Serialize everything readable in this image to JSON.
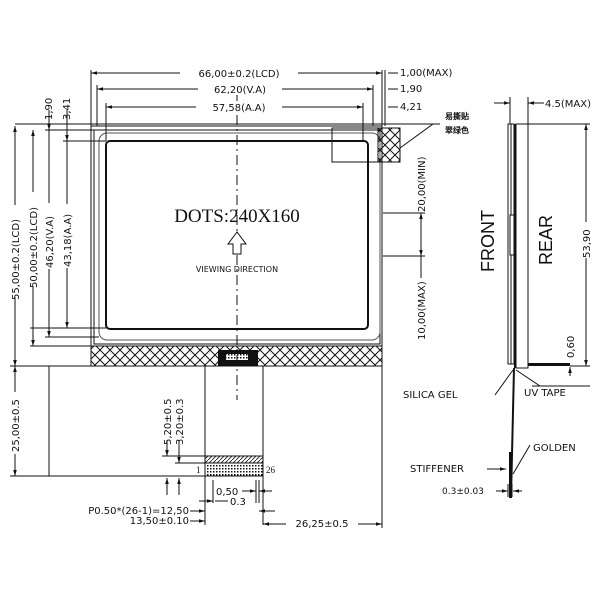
{
  "drawing": {
    "type": "LCD module mechanical drawing",
    "main_label": "DOTS:240X160",
    "viewing_direction": "VIEWING DIRECTION",
    "chinese_note": [
      "易撕贴",
      "翠绿色"
    ],
    "top_dims": {
      "lcd_width": "66,00±0.2(LCD)",
      "va_width": "62,20(V.A)",
      "aa_width": "57,58(A.A)",
      "right_1": "1,00(MAX)",
      "right_2": "1,90",
      "right_3": "4,21"
    },
    "left_dims": {
      "top_1": "1,90",
      "top_2": "3,41",
      "lcd_height_outer": "55,00±0.2(LCD)",
      "lcd_height_inner": "50,00±0.2(LCD)",
      "va_height": "46,20(V.A)",
      "aa_height": "43,18(A.A)",
      "fpc_length": "25,00±0.5"
    },
    "right_dims": {
      "tab_min": "20,00(MIN)",
      "tab_max": "10,00(MAX)"
    },
    "fpc_dims": {
      "d1": "5,20±0.5",
      "d2": "3,20±0.3",
      "pin_first": "1",
      "pin_last": "26",
      "pitch": "0,50",
      "pin_width": "0.3",
      "pitch_total": "P0.50*(26-1)=12,50",
      "fpc_width": "13,50±0.10",
      "offset_right": "26,25±0.5"
    },
    "side_view": {
      "front": "FRONT",
      "rear": "REAR",
      "thickness": "4.5(MAX)",
      "height": "53,90",
      "gap": "0,60",
      "silica_gel": "SILICA GEL",
      "uv_tape": "UV TAPE",
      "golden": "GOLDEN",
      "stiffener": "STIFFENER",
      "stiffener_thk": "0.3±0.03"
    }
  }
}
